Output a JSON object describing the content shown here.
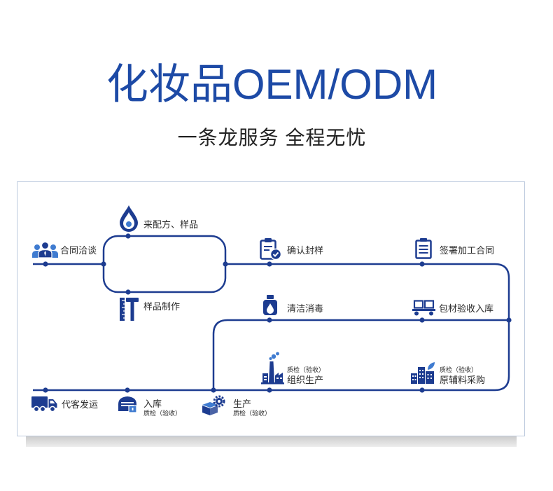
{
  "title": "化妆品OEM/ODM",
  "subtitle": "一条龙服务 全程无忧",
  "colors": {
    "title": "#1d4aa6",
    "line": "#1d3c90",
    "icon": "#1d3c90",
    "accent": "#3f7bd0",
    "label": "#2b2b2b",
    "border": "#bccade"
  },
  "steps": [
    {
      "label": "合同洽谈",
      "icon": "people-icon"
    },
    {
      "label": "来配方、样品",
      "icon": "water-drop-icon"
    },
    {
      "label": "样品制作",
      "icon": "ruler-hammer-icon"
    },
    {
      "label": "确认封样",
      "icon": "clipboard-check-icon"
    },
    {
      "label": "签署加工合同",
      "icon": "contract-document-icon"
    },
    {
      "label": "包材验收入库",
      "icon": "cart-boxes-icon"
    },
    {
      "label": "清洁消毒",
      "icon": "bottle-icon"
    },
    {
      "label": "原辅料采购",
      "qc": "质检（验收）",
      "icon": "green-building-icon"
    },
    {
      "label": "组织生产",
      "qc": "质检（验收）",
      "icon": "factory-icon"
    },
    {
      "label": "生产",
      "qc": "质检（验收）",
      "icon": "box-gear-icon"
    },
    {
      "label": "入库",
      "qc": "质检（验收）",
      "icon": "warehouse-icon"
    },
    {
      "label": "代客发运",
      "icon": "truck-icon"
    }
  ]
}
